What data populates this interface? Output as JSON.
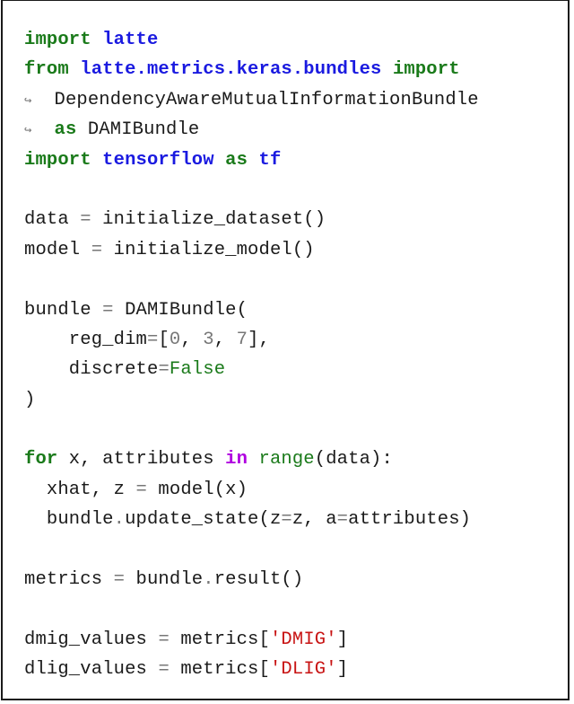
{
  "code_listing": {
    "lines": [
      {
        "tokens": [
          {
            "t": "import",
            "c": "kw"
          },
          {
            "t": " ",
            "c": "plain"
          },
          {
            "t": "latte",
            "c": "mod"
          }
        ]
      },
      {
        "tokens": [
          {
            "t": "from",
            "c": "kw"
          },
          {
            "t": " ",
            "c": "plain"
          },
          {
            "t": "latte.metrics.keras.bundles",
            "c": "mod"
          },
          {
            "t": " ",
            "c": "plain"
          },
          {
            "t": "import",
            "c": "kw"
          }
        ]
      },
      {
        "tokens": [
          {
            "t": "↪",
            "c": "cont"
          },
          {
            "t": "  DependencyAwareMutualInformationBundle",
            "c": "plain"
          }
        ]
      },
      {
        "tokens": [
          {
            "t": "↪",
            "c": "cont"
          },
          {
            "t": "  ",
            "c": "plain"
          },
          {
            "t": "as",
            "c": "kw"
          },
          {
            "t": " DAMIBundle",
            "c": "plain"
          }
        ]
      },
      {
        "tokens": [
          {
            "t": "import",
            "c": "kw"
          },
          {
            "t": " ",
            "c": "plain"
          },
          {
            "t": "tensorflow",
            "c": "mod"
          },
          {
            "t": " ",
            "c": "plain"
          },
          {
            "t": "as",
            "c": "kw"
          },
          {
            "t": " ",
            "c": "plain"
          },
          {
            "t": "tf",
            "c": "mod"
          }
        ]
      },
      {
        "tokens": []
      },
      {
        "tokens": [
          {
            "t": "data ",
            "c": "plain"
          },
          {
            "t": "=",
            "c": "op"
          },
          {
            "t": " initialize_dataset()",
            "c": "plain"
          }
        ]
      },
      {
        "tokens": [
          {
            "t": "model ",
            "c": "plain"
          },
          {
            "t": "=",
            "c": "op"
          },
          {
            "t": " initialize_model()",
            "c": "plain"
          }
        ]
      },
      {
        "tokens": []
      },
      {
        "tokens": [
          {
            "t": "bundle ",
            "c": "plain"
          },
          {
            "t": "=",
            "c": "op"
          },
          {
            "t": " DAMIBundle(",
            "c": "plain"
          }
        ]
      },
      {
        "tokens": [
          {
            "t": "    reg_dim",
            "c": "plain"
          },
          {
            "t": "=",
            "c": "op"
          },
          {
            "t": "[",
            "c": "plain"
          },
          {
            "t": "0",
            "c": "num"
          },
          {
            "t": ", ",
            "c": "plain"
          },
          {
            "t": "3",
            "c": "num"
          },
          {
            "t": ", ",
            "c": "plain"
          },
          {
            "t": "7",
            "c": "num"
          },
          {
            "t": "],",
            "c": "plain"
          }
        ]
      },
      {
        "tokens": [
          {
            "t": "    discrete",
            "c": "plain"
          },
          {
            "t": "=",
            "c": "op"
          },
          {
            "t": "False",
            "c": "kwn"
          }
        ]
      },
      {
        "tokens": [
          {
            "t": ")",
            "c": "plain"
          }
        ]
      },
      {
        "tokens": []
      },
      {
        "tokens": [
          {
            "t": "for",
            "c": "kw"
          },
          {
            "t": " x, attributes ",
            "c": "plain"
          },
          {
            "t": "in",
            "c": "mag"
          },
          {
            "t": " ",
            "c": "plain"
          },
          {
            "t": "range",
            "c": "kwn"
          },
          {
            "t": "(data):",
            "c": "plain"
          }
        ]
      },
      {
        "tokens": [
          {
            "t": "  xhat, z ",
            "c": "plain"
          },
          {
            "t": "=",
            "c": "op"
          },
          {
            "t": " model(x)",
            "c": "plain"
          }
        ]
      },
      {
        "tokens": [
          {
            "t": "  bundle",
            "c": "plain"
          },
          {
            "t": ".",
            "c": "op"
          },
          {
            "t": "update_state(z",
            "c": "plain"
          },
          {
            "t": "=",
            "c": "op"
          },
          {
            "t": "z, a",
            "c": "plain"
          },
          {
            "t": "=",
            "c": "op"
          },
          {
            "t": "attributes)",
            "c": "plain"
          }
        ]
      },
      {
        "tokens": []
      },
      {
        "tokens": [
          {
            "t": "metrics ",
            "c": "plain"
          },
          {
            "t": "=",
            "c": "op"
          },
          {
            "t": " bundle",
            "c": "plain"
          },
          {
            "t": ".",
            "c": "op"
          },
          {
            "t": "result()",
            "c": "plain"
          }
        ]
      },
      {
        "tokens": []
      },
      {
        "tokens": [
          {
            "t": "dmig_values ",
            "c": "plain"
          },
          {
            "t": "=",
            "c": "op"
          },
          {
            "t": " metrics[",
            "c": "plain"
          },
          {
            "t": "'DMIG'",
            "c": "str"
          },
          {
            "t": "]",
            "c": "plain"
          }
        ]
      },
      {
        "tokens": [
          {
            "t": "dlig_values ",
            "c": "plain"
          },
          {
            "t": "=",
            "c": "op"
          },
          {
            "t": " metrics[",
            "c": "plain"
          },
          {
            "t": "'DLIG'",
            "c": "str"
          },
          {
            "t": "]",
            "c": "plain"
          }
        ]
      }
    ]
  },
  "colors": {
    "keyword": "#1a7a1a",
    "module": "#1a1ae0",
    "operator_in": "#b000e0",
    "number": "#777777",
    "string": "#c81414",
    "text": "#1a1a1a",
    "border": "#1a1a1a"
  }
}
